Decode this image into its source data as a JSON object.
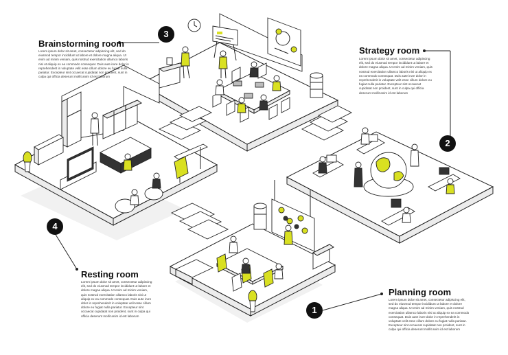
{
  "accent_color": "#d9e021",
  "rooms": {
    "brainstorming": {
      "number": "3",
      "title": "Brainstorming room",
      "text": "Lorem ipsum dolor sit amet, consectetur adipiscing elit, sed do eiusmod tempor incididunt ut labore et dolore magna aliqua. Ut enim ad minim veniam, quis nostrud exercitation ullamco laboris nisi ut aliquip ex ea commodo consequat. Duis aute irure dolor in reprehenderit in voluptate velit esse cillum dolore eu fugiat nulla pariatur. Excepteur sint occaecat cupidatat non proident, sunt in culpa qui officia deserunt mollit anim id est laborum"
    },
    "strategy": {
      "number": "2",
      "title": "Strategy room",
      "text": "Lorem ipsum dolor sit amet, consectetur adipiscing elit, sed do eiusmod tempor incididunt ut labore et dolore magna aliqua. Ut enim ad minim veniam, quis nostrud exercitation ullamco laboris nisi ut aliquip ex ea commodo consequat. Duis aute irure dolor in reprehenderit in voluptate velit esse cillum dolore eu fugiat nulla pariatur. Excepteur sint occaecat cupidatat non proident, sunt in culpa qui officia deserunt mollit anim id est laborum"
    },
    "resting": {
      "number": "4",
      "title": "Resting room",
      "text": "Lorem ipsum dolor sit amet, consectetur adipiscing elit, sed do eiusmod tempor incididunt ut labore et dolore magna aliqua. Ut enim ad minim veniam, quis nostrud exercitation ullamco laboris nisi ut aliquip ex ea commodo consequat. Duis aute irure dolor in reprehenderit in voluptate velit esse cillum dolore eu fugiat nulla pariatur. Excepteur sint occaecat cupidatat non proident, sunt in culpa qui officia deserunt mollit anim id est laborum"
    },
    "planning": {
      "number": "1",
      "title": "Planning room",
      "text": "Lorem ipsum dolor sit amet, consectetur adipiscing elit, sed do eiusmod tempor incididunt ut labore et dolore magna aliqua. Ut enim ad minim veniam, quis nostrud exercitation ullamco laboris nisi ut aliquip ex ea commodo consequat. Duis aute irure dolor in reprehenderit in voluptate velit esse cillum dolore eu fugiat nulla pariatur. Excepteur sint occaecat cupidatat non proident, sunt in culpa qui officia deserunt mollit anim id est laborum"
    }
  }
}
